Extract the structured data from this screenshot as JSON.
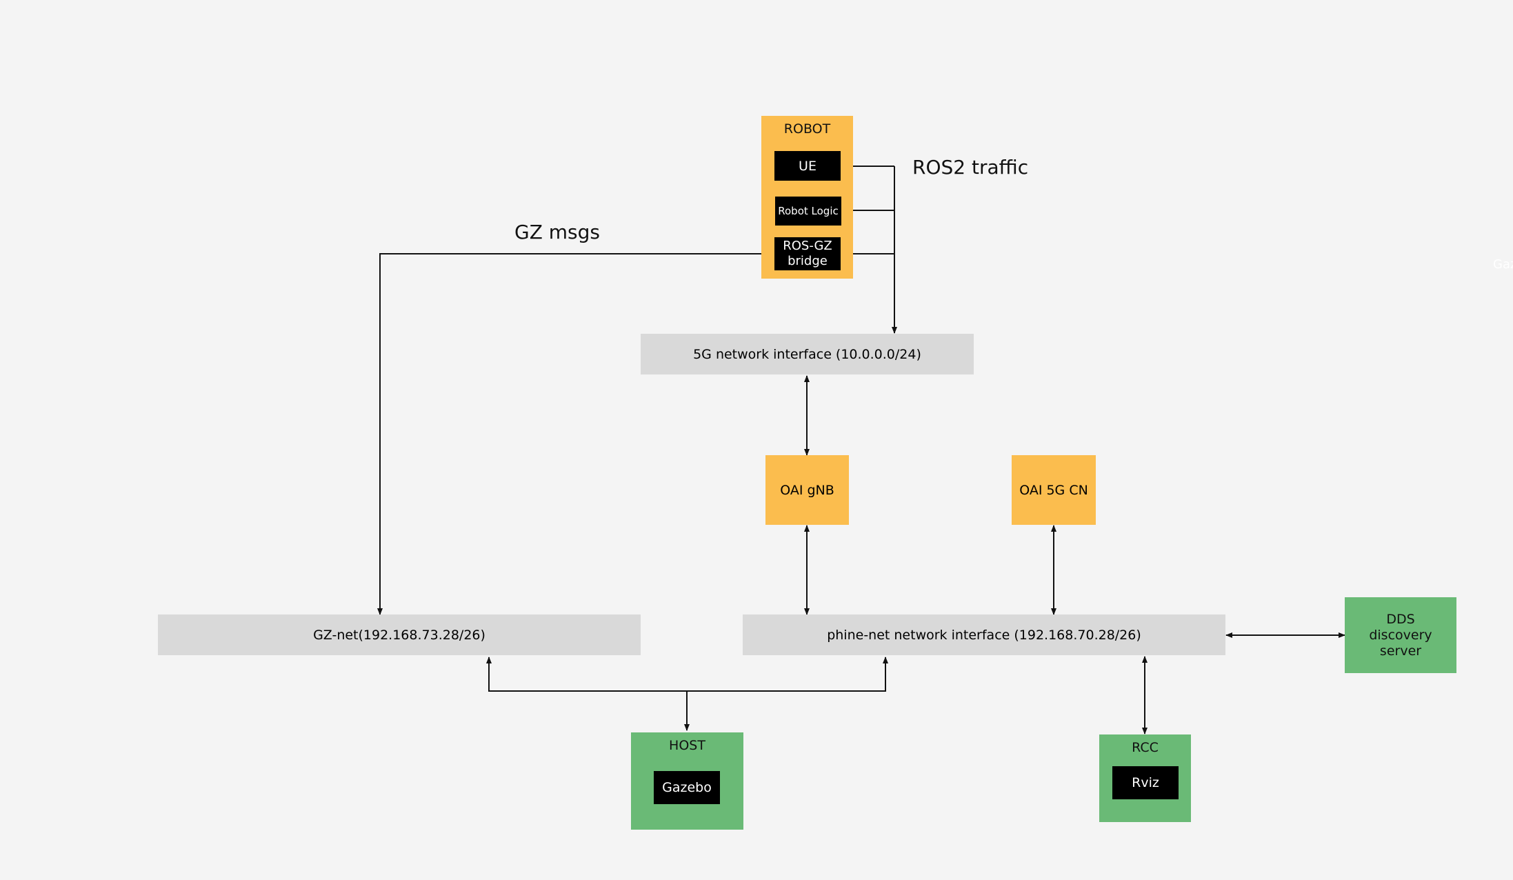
{
  "labels": {
    "gz_msgs": "GZ msgs",
    "ros2_traffic": "ROS2 traffic",
    "edge_fragment": "Gaz"
  },
  "robot": {
    "title": "ROBOT",
    "ue": "UE",
    "robot_logic": "Robot Logic",
    "ros_gz_bridge": "ROS-GZ bridge"
  },
  "networks": {
    "fiveg": "5G network interface (10.0.0.0/24)",
    "gz_net": "GZ-net(192.168.73.28/26)",
    "phine_net": "phine-net network interface (192.168.70.28/26)"
  },
  "nodes": {
    "oai_gnb": "OAI gNB",
    "oai_5g_cn": "OAI 5G CN",
    "dds": "DDS discovery server",
    "host_title": "HOST",
    "gazebo": "Gazebo",
    "rcc_title": "RCC",
    "rviz": "Rviz"
  },
  "colors": {
    "background": "#f4f4f4",
    "orange": "#fbbd4e",
    "green": "#6aba76",
    "grey": "#d9d9d9",
    "black": "#000000",
    "line": "#111111"
  }
}
